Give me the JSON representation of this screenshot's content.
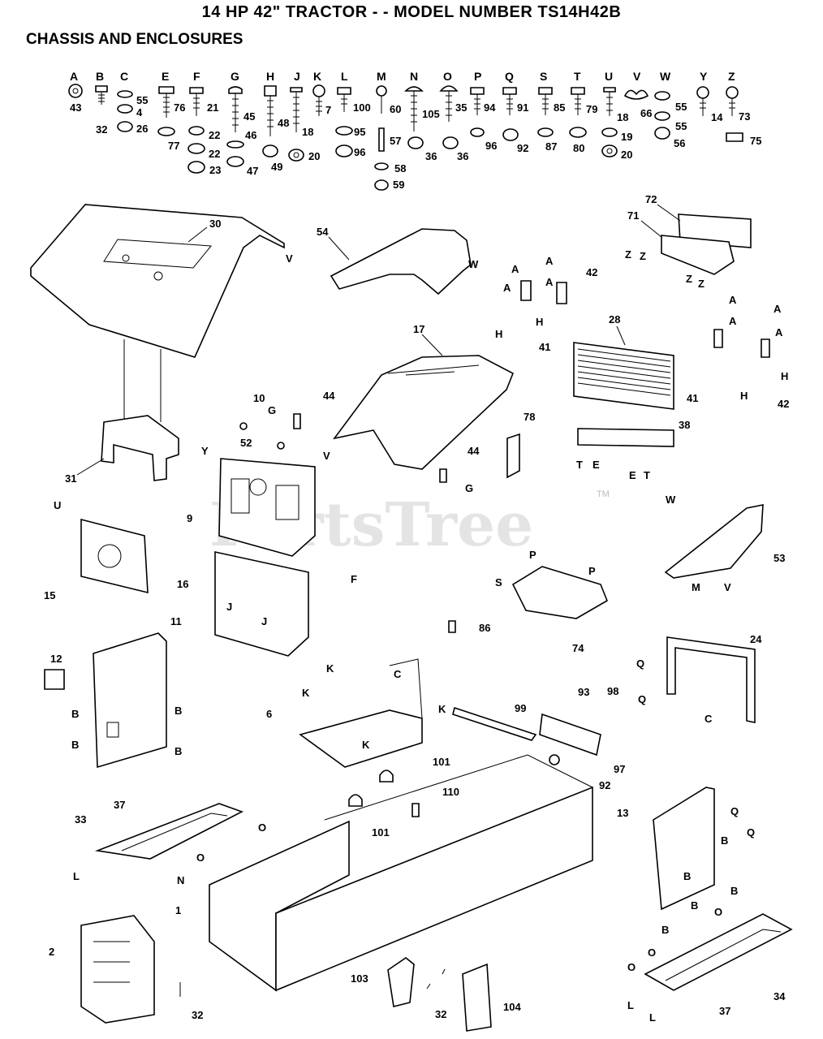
{
  "header": {
    "title": "14 HP 42\" TRACTOR - - MODEL NUMBER TS14H42B",
    "subtitle": "CHASSIS AND ENCLOSURES"
  },
  "watermark": {
    "text": "PartsTree",
    "tm": "TM"
  },
  "hardware_letters": [
    "A",
    "B",
    "C",
    "E",
    "F",
    "G",
    "H",
    "J",
    "K",
    "L",
    "M",
    "N",
    "O",
    "P",
    "Q",
    "S",
    "T",
    "U",
    "V",
    "W",
    "Y",
    "Z"
  ],
  "hardware_numbers": {
    "A": [
      "43"
    ],
    "B": [
      "32"
    ],
    "C": [
      "55",
      "4",
      "26"
    ],
    "E": [
      "76",
      "77",
      "22",
      "23"
    ],
    "F": [
      "21",
      "22"
    ],
    "G": [
      "45",
      "46",
      "47"
    ],
    "H": [
      "48",
      "49"
    ],
    "J": [
      "18",
      "20"
    ],
    "K": [
      "7"
    ],
    "L": [
      "100",
      "95",
      "96"
    ],
    "M": [
      "60",
      "57",
      "58",
      "59"
    ],
    "N": [
      "105",
      "36"
    ],
    "O": [
      "35",
      "36"
    ],
    "P": [
      "94",
      "96"
    ],
    "Q": [
      "91",
      "92"
    ],
    "S": [
      "85",
      "87"
    ],
    "T": [
      "79",
      "80"
    ],
    "U": [
      "18",
      "19",
      "20"
    ],
    "V": [
      "66"
    ],
    "W": [
      "55",
      "55",
      "56"
    ],
    "Y": [
      "14"
    ],
    "Z": [
      "73",
      "75"
    ]
  },
  "parts": [
    "30",
    "54",
    "72",
    "71",
    "42",
    "28",
    "41",
    "17",
    "10",
    "44",
    "52",
    "31",
    "Y",
    "9",
    "78",
    "38",
    "44",
    "U",
    "15",
    "16",
    "53",
    "11",
    "12",
    "86",
    "74",
    "24",
    "6",
    "99",
    "93",
    "98",
    "97",
    "92",
    "101",
    "110",
    "33",
    "37",
    "13",
    "34",
    "1",
    "2",
    "32",
    "103",
    "104"
  ]
}
